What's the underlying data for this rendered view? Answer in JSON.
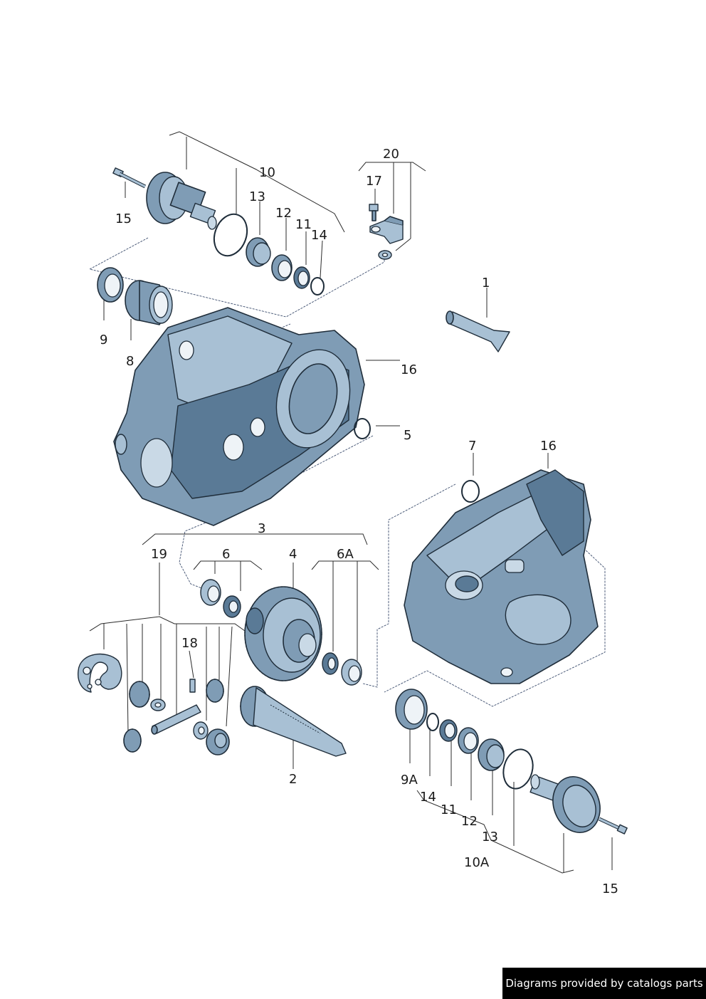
{
  "callouts": {
    "c1": "1",
    "c2": "2",
    "c3": "3",
    "c4": "4",
    "c5": "5",
    "c6": "6",
    "c6a": "6A",
    "c7": "7",
    "c8": "8",
    "c9": "9",
    "c9a": "9A",
    "c10": "10",
    "c10a": "10A",
    "c11_top": "11",
    "c11_bottom": "11",
    "c12_top": "12",
    "c12_bottom": "12",
    "c13_top": "13",
    "c13_bottom": "13",
    "c14_top": "14",
    "c14_bottom": "14",
    "c15_top": "15",
    "c15_bottom": "15",
    "c16_top": "16",
    "c16_right": "16",
    "c17": "17",
    "c18": "18",
    "c19": "19",
    "c20": "20"
  },
  "footer": {
    "text": "Diagrams provided by catalogs parts"
  },
  "colors": {
    "part_fill": "#7f9cb5",
    "part_light": "#a8c0d4",
    "part_dark": "#5a7a96",
    "outline": "#1f2d3a",
    "footer_bg": "#000000",
    "footer_text": "#ffffff"
  }
}
